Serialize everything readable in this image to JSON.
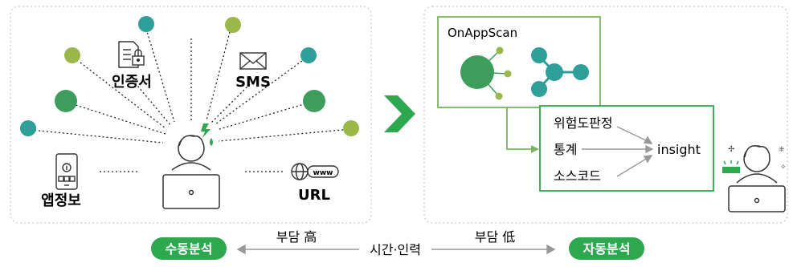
{
  "left_panel": {
    "labels": {
      "cert": "인증서",
      "sms": "SMS",
      "app_info": "앱정보",
      "url": "URL"
    },
    "icons": [
      "certificate-icon",
      "envelope-icon",
      "smartphone-icon",
      "globe-www-icon",
      "stressed-user-at-laptop-icon",
      "lightning-sweat-icon"
    ],
    "www_badge": "www"
  },
  "right_panel": {
    "scanner_title": "OnAppScan",
    "items": [
      "위험도판정",
      "통계",
      "소스코드"
    ],
    "result": "insight",
    "icons": [
      "graph-nodes-icon",
      "happy-user-at-laptop-icon"
    ]
  },
  "bottom": {
    "manual": "수동분석",
    "auto": "자동분석",
    "burden_high": "부담 高",
    "burden_low": "부담 低",
    "center": "시간·인력"
  },
  "colors": {
    "green_dark": "#3e9d5c",
    "green_light": "#9ab84a",
    "teal": "#2f9f9a",
    "green_primary": "#2ea84f",
    "panel_border": "#7ab55c",
    "dotted_border": "#bbbbbb",
    "arrow_grey": "#999999"
  }
}
